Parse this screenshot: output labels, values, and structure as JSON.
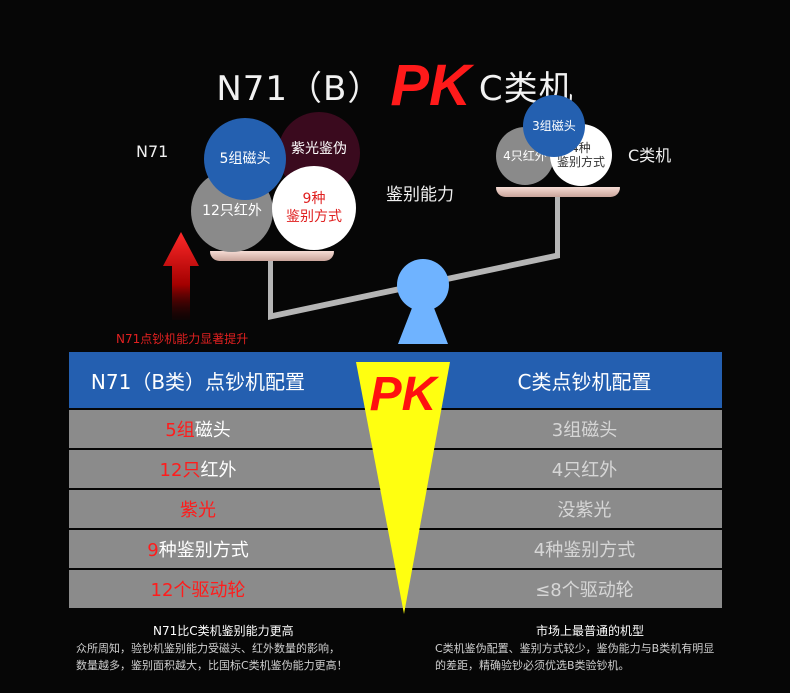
{
  "title": {
    "left": "N71（B）",
    "pk": "PK",
    "right": "C类机"
  },
  "left_label": "N71",
  "right_label": "C类机",
  "center_label": "鉴别能力",
  "left_circles": {
    "magnet": "5组磁头",
    "uv": "紫光鉴伪",
    "ir": "12只红外",
    "methods_line1": "9种",
    "methods_line2": "鉴别方式"
  },
  "right_circles": {
    "magnet": "3组磁头",
    "ir": "4只红外",
    "methods_line1": "4种",
    "methods_line2": "鉴别方式"
  },
  "boost_text": "N71点钞机能力显著提升",
  "table": {
    "left_header": "N71（B类）点钞机配置",
    "pk": "PK",
    "right_header": "C类点钞机配置",
    "rows": [
      {
        "left_red": "5组",
        "left_rest": "磁头",
        "right": "3组磁头"
      },
      {
        "left_red": "12只",
        "left_rest": "红外",
        "right": "4只红外"
      },
      {
        "left_red": "紫光",
        "left_rest": "",
        "right": "没紫光"
      },
      {
        "left_red": "9",
        "left_rest": "种鉴别方式",
        "right": "4种鉴别方式"
      },
      {
        "left_red": "12个驱动轮",
        "left_rest": "",
        "right": "≤8个驱动轮"
      }
    ]
  },
  "footer": {
    "left_heading": "N71比C类机鉴别能力更高",
    "left_line1": "众所周知，验钞机鉴别能力受磁头、红外数量的影响，",
    "left_line2": "数量越多，鉴别面积越大，比国标C类机鉴伪能力更高！",
    "right_heading": "市场上最普通的机型",
    "right_line1": "C类机鉴伪配置、鉴别方式较少，鉴伪能力与B类机有明显",
    "right_line2": "的差距，精确验钞必须优选B类验钞机。"
  },
  "colors": {
    "accent_red": "#ff1a1a",
    "header_blue": "#245fb0",
    "row_gray": "#8b8b8b",
    "cone_yellow": "#ffff10",
    "pivot_blue": "#6fb3ff"
  }
}
